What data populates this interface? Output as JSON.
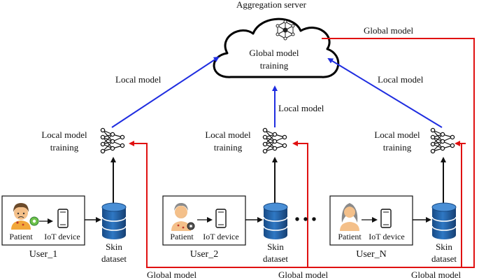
{
  "server": {
    "title": "Aggregation server",
    "cloud_line1": "Global model",
    "cloud_line2": "training"
  },
  "arrows": {
    "local_model": "Local model",
    "global_model": "Global model"
  },
  "training": {
    "line1": "Local model",
    "line2": "training"
  },
  "dataset": {
    "line1": "Skin",
    "line2": "dataset"
  },
  "users": [
    {
      "name": "User_1",
      "patient": "Patient",
      "device": "IoT device"
    },
    {
      "name": "User_2",
      "patient": "Patient",
      "device": "IoT device"
    },
    {
      "name": "User_N",
      "patient": "Patient",
      "device": "IoT device"
    }
  ],
  "ellipsis": "• • •",
  "colors": {
    "upload": "#1f2de0",
    "download": "#e01010",
    "database": "#1f5fa8",
    "skin": "#f4c08a",
    "hair_dark": "#6b4a2a",
    "hair_gray": "#8a8a8a"
  },
  "icons": [
    "cloud-icon",
    "network-icon",
    "neural-network-icon",
    "database-icon",
    "patient-icon",
    "virus-icon",
    "smartphone-icon"
  ]
}
